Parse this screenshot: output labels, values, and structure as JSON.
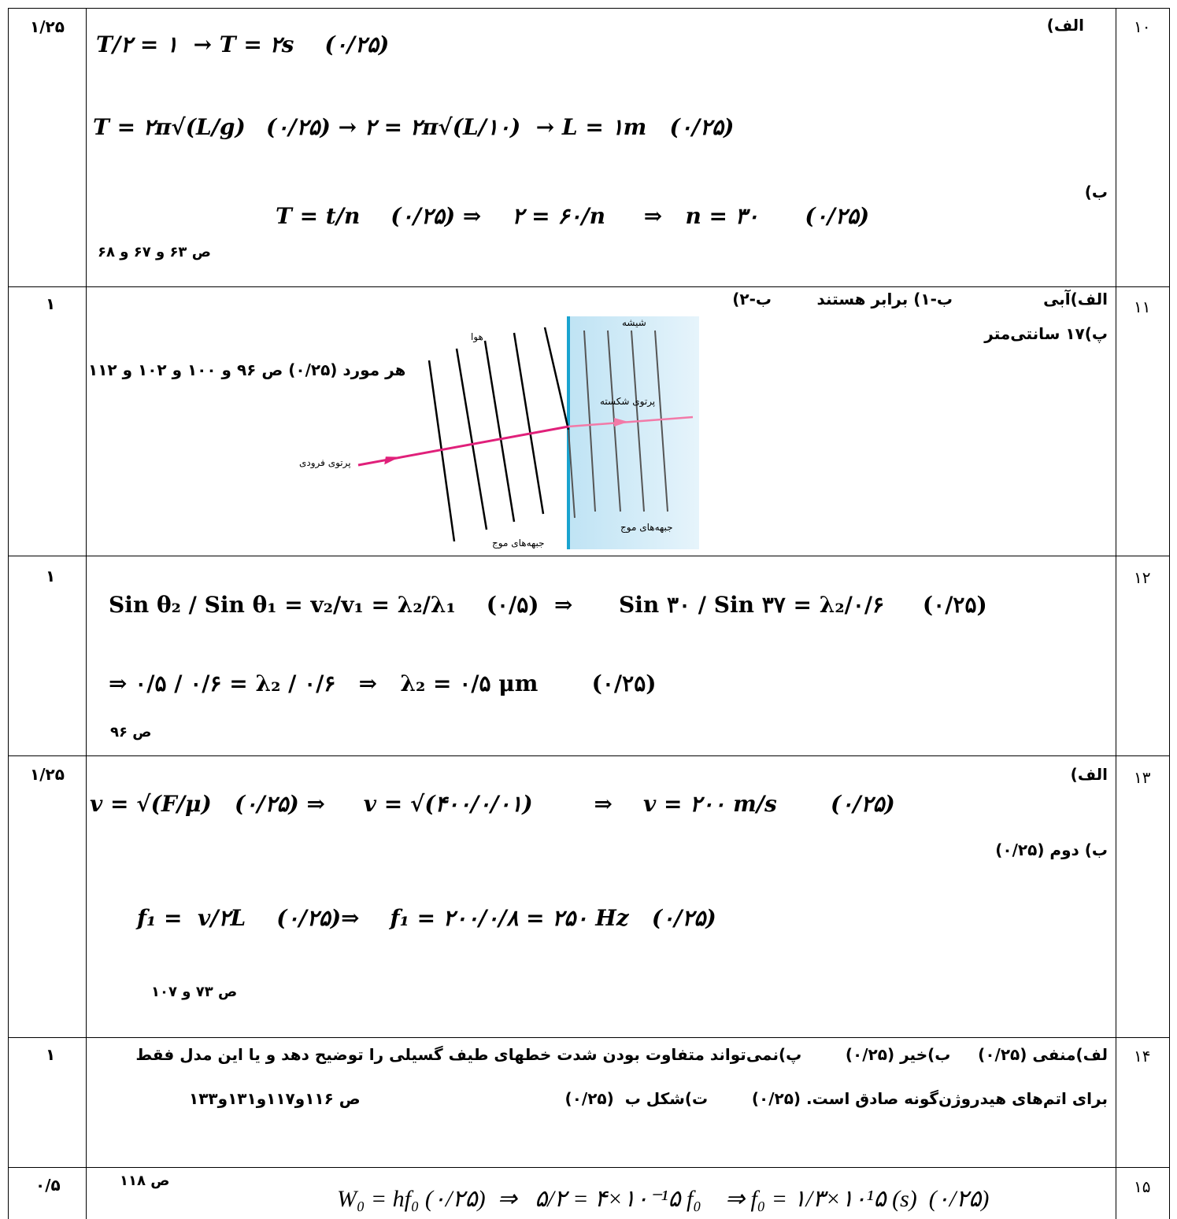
{
  "rows": [
    {
      "num": "۱۰",
      "score": "۱/۲۵",
      "lbl_a": "الف)",
      "lbl_b": "ب)",
      "ref": "ص ۶۳ و ۶۷ و ۶۸",
      "eq1": "T/۲ = ۱  → T = ۲s    (۰/۲۵)",
      "eq2_a": "T = ۲π√(L/g)",
      "eq2_b": "(۰/۲۵) → ۲ = ۲π√(L/۱۰)  → L = ۱m   (۰/۲۵)",
      "eq3": "T = t/n    (۰/۲۵) ⇒    ۲ = ۶۰/n     ⇒   n = ۳۰      (۰/۲۵)"
    },
    {
      "num": "۱۱",
      "score": "۱",
      "line1_a": "الف)آبی",
      "line1_b": "ب-۱) برابر هستند",
      "line1_c": "ب-۲)",
      "line2": "پ)۱۷ سانتی‌متر",
      "note": "هر مورد  (۰/۲۵) ص ۹۶ و ۱۰۰ و ۱۰۲ و ۱۱۲",
      "fig": {
        "air": "هوا",
        "glass": "شیشه",
        "incident": "پرتوی فرودی",
        "refracted": "پرتوی شکسته",
        "wavefront_left": "جبهه‌های موج",
        "wavefront_right": "جبهه‌های موج"
      }
    },
    {
      "num": "۱۲",
      "score": "۱",
      "eq1": "Sin θ₂ / Sin θ₁ = v₂/v₁ = λ₂/λ₁    (۰/۵)  ⇒      Sin ۳۰ / Sin ۳۷ = λ₂/۰/۶     (۰/۲۵)",
      "eq2": "⇒ ۰/۵ / ۰/۶ = λ₂ / ۰/۶   ⇒   λ₂ = ۰/۵ μm       (۰/۲۵)",
      "ref": "ص ۹۶"
    },
    {
      "num": "۱۳",
      "score": "۱/۲۵",
      "lbl_a": "الف)",
      "lbl_b": "ب) دوم (۰/۲۵)",
      "eq1": "v = √(F/μ)   (۰/۲۵) ⇒     v = √(۴۰۰/۰/۰۱)        ⇒    v = ۲۰۰ m/s       (۰/۲۵)",
      "eq2": "f₁ =  v/۲L    (۰/۲۵)⇒    f₁ = ۲۰۰/۰/۸ = ۲۵۰ Hz   (۰/۲۵)",
      "ref": "ص ۷۳ و ۱۰۷"
    },
    {
      "num": "۱۴",
      "score": "۱",
      "line1": "لف)منفی (۰/۲۵)     ب)خیر (۰/۲۵)        پ)نمی‌تواند متفاوت بودن شدت خطهای طیف گسیلی را توضیح دهد و یا این مدل فقط",
      "line2": "برای اتم‌های هیدروژن‌گونه صادق است. (۰/۲۵)        ت)شکل ب  (۰/۲۵)",
      "ref": "ص ۱۱۶و۱۱۷و۱۳۱و۱۳۳"
    },
    {
      "num": "۱۵",
      "score": "۰/۵",
      "ref": "ص ۱۱۸",
      "eq": "W₀ = hf₀ (۰/۲۵)  ⇒   ۵/۲ = ۴×۱۰⁻¹۵ f₀    ⇒ f₀ = ۱/۳×۱۰¹۵ (s)  (۰/۲۵)"
    }
  ]
}
